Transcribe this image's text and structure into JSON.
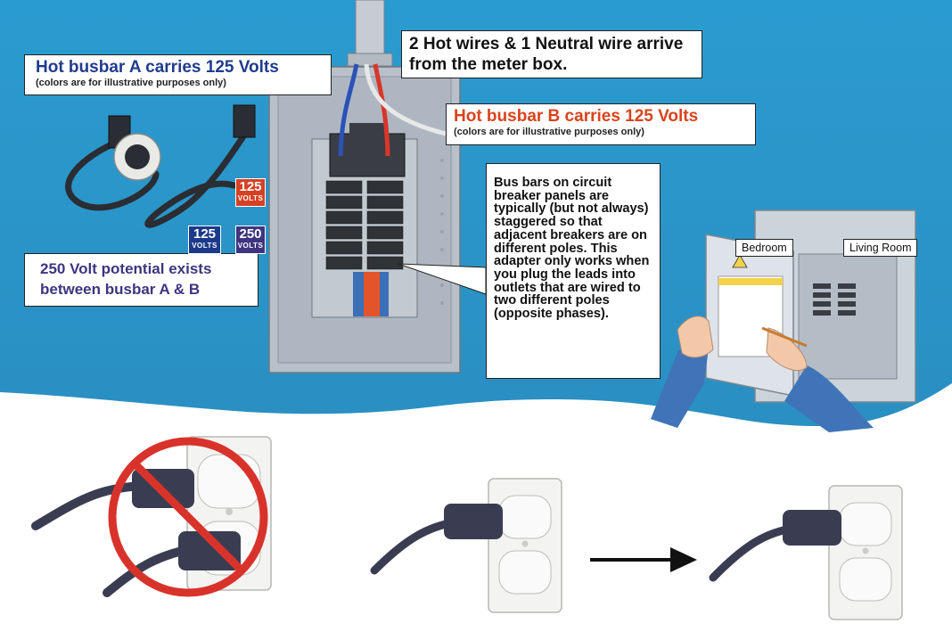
{
  "labels": {
    "busbar_a": {
      "title": "Hot busbar A carries 125 Volts",
      "note": "(colors are for illustrative purposes only)"
    },
    "incoming": {
      "title": "2 Hot wires & 1 Neutral wire arrive from the meter box."
    },
    "busbar_b": {
      "title": "Hot busbar B carries 125 Volts",
      "note": "(colors are for illustrative purposes only)"
    },
    "potential": {
      "title": "250 Volt potential exists between busbar A & B"
    },
    "explanation": {
      "text": "Bus bars on circuit breaker panels are typically (but not always) staggered so that adjacent breakers are on different poles. This adapter only works when you plug the leads into outlets that are wired to two different poles (opposite phases)."
    },
    "rooms": {
      "bedroom": "Bedroom",
      "living_room": "Living Room"
    }
  },
  "badges": {
    "busbar_b": {
      "value": "125",
      "unit": "VOLTS",
      "color": "#d64022"
    },
    "busbar_a": {
      "value": "125",
      "unit": "VOLTS",
      "color": "#1d3a8a"
    },
    "combined": {
      "value": "250",
      "unit": "VOLTS",
      "color": "#3e3580"
    }
  },
  "colors": {
    "background_blue": "#2a93c7",
    "busbar_a": "#1f3c8e",
    "busbar_b": "#d9431c",
    "prohibition": "#d8332b"
  },
  "icons": [
    "adapter-cord-icon",
    "prohibition-icon",
    "wall-outlet-icon",
    "plug-icon",
    "arrow-right-icon"
  ]
}
